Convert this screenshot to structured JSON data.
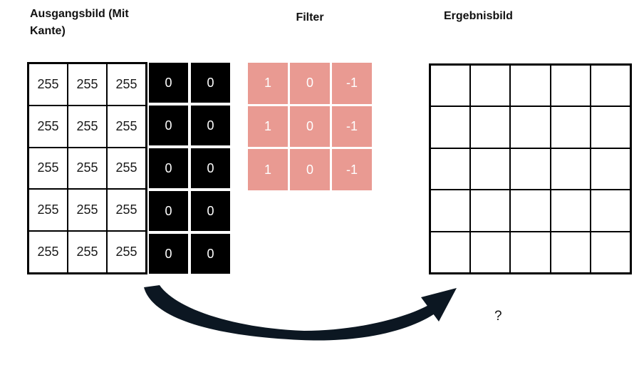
{
  "source": {
    "title": "Ausgangsbild (Mit Kante)",
    "cells": [
      [
        "255",
        "255",
        "255",
        "0",
        "0"
      ],
      [
        "255",
        "255",
        "255",
        "0",
        "0"
      ],
      [
        "255",
        "255",
        "255",
        "0",
        "0"
      ],
      [
        "255",
        "255",
        "255",
        "0",
        "0"
      ],
      [
        "255",
        "255",
        "255",
        "0",
        "0"
      ]
    ]
  },
  "filter": {
    "title": "Filter",
    "cells": [
      [
        "1",
        "0",
        "-1"
      ],
      [
        "1",
        "0",
        "-1"
      ],
      [
        "1",
        "0",
        "-1"
      ]
    ]
  },
  "result": {
    "title": "Ergebnisbild",
    "rows": 5,
    "cols": 5
  },
  "annotation": {
    "question_mark": "?"
  },
  "colors": {
    "filter_cell": "#e99a92",
    "source_black_cell": "#000000",
    "grid_line": "#000000",
    "arrow": "#0c1722",
    "number_on_dark": "#ffffff"
  }
}
